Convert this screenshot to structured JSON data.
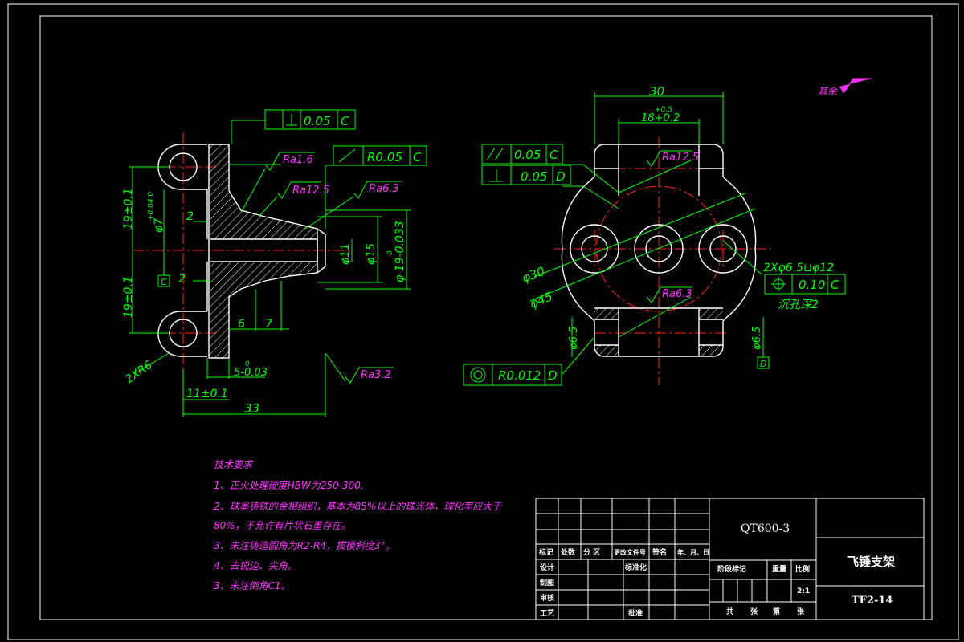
{
  "colors": {
    "background": "#000000",
    "outline": "#ffffff",
    "dimension": "#00ff00",
    "centerline": "#ff2222",
    "annotation": "#ff33ff"
  },
  "left_view": {
    "tol_frame_1": {
      "value": "0.05",
      "datum": "C"
    },
    "tol_frame_2": {
      "value": "R0.05",
      "datum": "C"
    },
    "ra_1": "Ra1.6",
    "ra_2": "Ra12.5",
    "ra_3": "Ra6.3",
    "ra_4": "Ra3.2",
    "dim_19_top": "19±0.1",
    "dim_phi7": "φ7",
    "dim_phi7_tol": "+0.04\n0",
    "dim_19_bot": "19±0.1",
    "dim_2_top": "2",
    "dim_2_bot": "2",
    "dim_phi11": "φ11",
    "dim_phi15": "φ15",
    "dim_phi19": "φ 19-0.033",
    "dim_phi19_tol": "0",
    "dim_6": "6",
    "dim_7": "7",
    "dim_5": "5-0.03",
    "dim_5_tol": "0",
    "dim_11": "11±0.1",
    "dim_33": "33",
    "dim_2xr6": "2XR6",
    "datum_c": "C"
  },
  "right_view": {
    "dim_30": "30",
    "dim_18": "18+0.2",
    "dim_18_tol": "+0.5",
    "tol_frame_parallel": {
      "value": "0.05",
      "datum": "C"
    },
    "tol_frame_perp": {
      "value": "0.05",
      "datum": "D"
    },
    "ra_1": "Ra12.5",
    "ra_2": "Ra6.3",
    "dim_phi30": "φ30",
    "dim_phi45": "φ45",
    "hole_note": "2Xφ6.5⊔φ12",
    "hole_depth": "沉孔深2",
    "pos_frame": {
      "value": "0.10",
      "datum": "C"
    },
    "conc_frame": {
      "value": "R0.012",
      "datum": "D"
    },
    "dim_65_left": "φ6.5",
    "dim_65_right": "φ6.5",
    "datum_d": "D"
  },
  "other_surfaces": "其余",
  "tech_notes": {
    "title": "技术要求",
    "lines": [
      "1、正火处理硬度HBW为250-300.",
      "2、球墨铸铁的金相组织，基本为85%以上的珠光体，球化率应大于",
      "80%，不允许有片状石墨存在。",
      "3、未注铸造圆角为R2-R4，拔模斜度3°。",
      "4、去锐边、尖角。",
      "3、未注倒角C1。"
    ]
  },
  "title_block": {
    "material": "QT600-3",
    "part_name": "飞锤支架",
    "drawing_no": "TF2-14",
    "headers": [
      "标记",
      "处数",
      "分 区",
      "更改文件号",
      "签名",
      "年、月、日"
    ],
    "row_labels": [
      "设计",
      "制图",
      "审核",
      "工艺"
    ],
    "std_label": "标准化",
    "approve_label": "批准",
    "stage_label": "阶段标记",
    "weight_label": "重量",
    "scale_label": "比例",
    "scale": "2:1",
    "sheet_labels": [
      "共",
      "张",
      "第",
      "张"
    ]
  }
}
